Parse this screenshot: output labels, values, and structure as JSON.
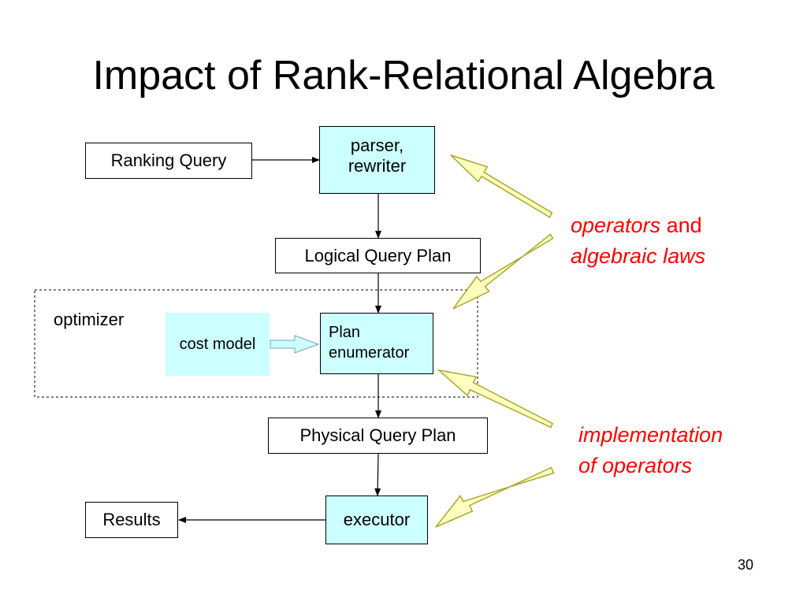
{
  "slide": {
    "title": "Impact of Rank-Relational Algebra",
    "page_number": "30"
  },
  "nodes": {
    "ranking_query": "Ranking Query",
    "parser_line1": "parser,",
    "parser_line2": "rewriter",
    "logical_plan": "Logical Query Plan",
    "optimizer": "optimizer",
    "cost_model": "cost model",
    "plan_enum_line1": "Plan",
    "plan_enum_line2": "enumerator",
    "physical_plan": "Physical Query Plan",
    "executor": "executor",
    "results": "Results"
  },
  "annotations": {
    "laws_operators": "operators",
    "laws_and": "and",
    "laws_line2": "algebraic laws",
    "impl_line1": "implementation",
    "impl_line2": "of operators"
  },
  "colors": {
    "box_cyan": "#ccffff",
    "callout_arrow_fill": "#ffffc0",
    "callout_arrow_stroke": "#a8a830",
    "annotation_text": "#ff0000"
  }
}
